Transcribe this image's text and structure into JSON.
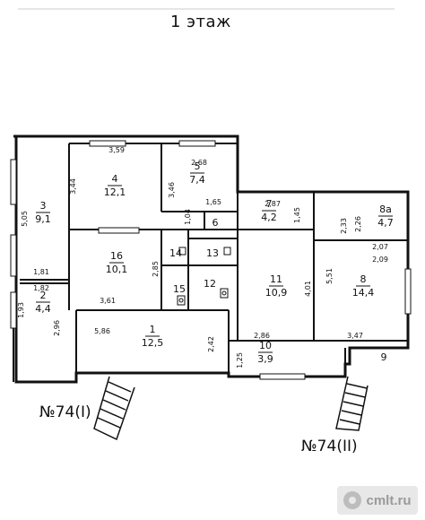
{
  "title": "1 этаж",
  "entrances": [
    "№74(I)",
    "№74(II)"
  ],
  "watermark": "cmlt.ru",
  "rooms": [
    {
      "id": "1",
      "area": "12,5"
    },
    {
      "id": "2",
      "area": "4,4"
    },
    {
      "id": "3",
      "area": "9,1"
    },
    {
      "id": "4",
      "area": "12,1"
    },
    {
      "id": "5",
      "area": "7,4"
    },
    {
      "id": "6",
      "area": ""
    },
    {
      "id": "7",
      "area": "4,2"
    },
    {
      "id": "8",
      "area": "14,4"
    },
    {
      "id": "8a",
      "area": "4,7"
    },
    {
      "id": "9",
      "area": ""
    },
    {
      "id": "10",
      "area": "3,9"
    },
    {
      "id": "11",
      "area": "10,9"
    },
    {
      "id": "12",
      "area": ""
    },
    {
      "id": "13",
      "area": ""
    },
    {
      "id": "14",
      "area": ""
    },
    {
      "id": "15",
      "area": ""
    },
    {
      "id": "16",
      "area": "10,1"
    }
  ],
  "dimensions": [
    "3,59",
    "2,68",
    "3,44",
    "3,46",
    "5,05",
    "1,81",
    "1,82",
    "1,93",
    "2,96",
    "1,65",
    "1,04",
    "2,87",
    "1,45",
    "2,33",
    "2,26",
    "2,07",
    "2,09",
    "2,85",
    "3,61",
    "5,86",
    "4,01",
    "5,51",
    "2,42",
    "2,86",
    "3,47",
    "1,25"
  ]
}
